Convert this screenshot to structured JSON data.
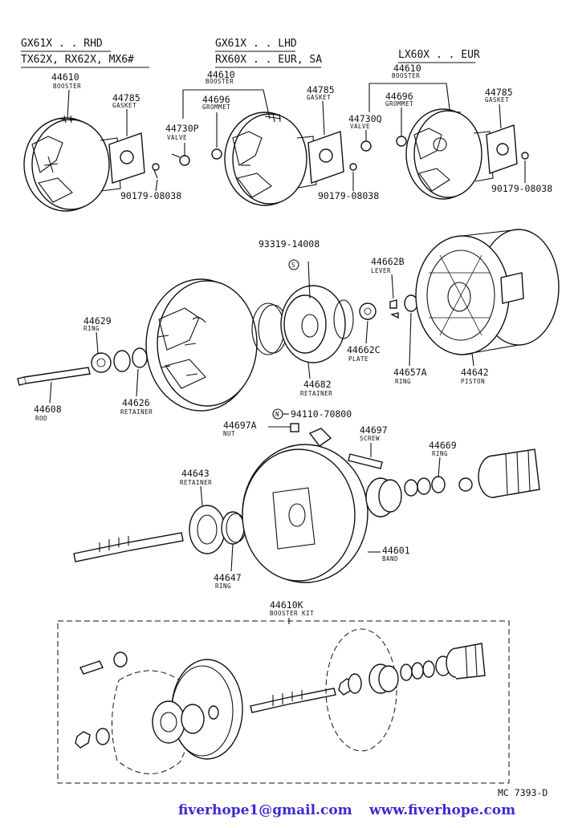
{
  "headers": {
    "col1_line1": "GX61X . . RHD",
    "col1_line2": "TX62X, RX62X, MX6#",
    "col2_line1": "GX61X . . LHD",
    "col2_line2": "RX60X . . EUR, SA",
    "col3_line1": "LX60X . . EUR"
  },
  "parts": {
    "p44610_a": {
      "number": "44610",
      "name": "BOOSTER"
    },
    "p44785_a": {
      "number": "44785",
      "name": "GASKET"
    },
    "p90179_a": {
      "number": "90179-08038"
    },
    "p44730P": {
      "number": "44730P",
      "name": "VALVE"
    },
    "p44696_b": {
      "number": "44696",
      "name": "GROMMET"
    },
    "p44610_b": {
      "number": "44610",
      "name": "BOOSTER"
    },
    "p44785_b": {
      "number": "44785",
      "name": "GASKET"
    },
    "p90179_b": {
      "number": "90179-08038"
    },
    "p44730Q": {
      "number": "44730Q",
      "name": "VALVE"
    },
    "p44696_c": {
      "number": "44696",
      "name": "GROMMET"
    },
    "p44610_c": {
      "number": "44610",
      "name": "BOOSTER"
    },
    "p44785_c": {
      "number": "44785",
      "name": "GASKET"
    },
    "p90179_c": {
      "number": "90179-08038"
    },
    "p93319": {
      "number": "93319-14008",
      "symbol": "S"
    },
    "p44662B": {
      "number": "44662B",
      "name": "LEVER"
    },
    "p44629": {
      "number": "44629",
      "name": "RING"
    },
    "p44626": {
      "number": "44626",
      "name": "RETAINER"
    },
    "p44608": {
      "number": "44608",
      "name": "ROD"
    },
    "p44682": {
      "number": "44682",
      "name": "RETAINER"
    },
    "p44662C": {
      "number": "44662C",
      "name": "PLATE"
    },
    "p44657A": {
      "number": "44657A",
      "name": "RING"
    },
    "p44642": {
      "number": "44642",
      "name": "PISTON"
    },
    "p94110": {
      "number": "94110-70800",
      "symbol": "N"
    },
    "p44697A": {
      "number": "44697A",
      "name": "NUT"
    },
    "p44697": {
      "number": "44697",
      "name": "SCREW"
    },
    "p44669": {
      "number": "44669",
      "name": "RING"
    },
    "p44643": {
      "number": "44643",
      "name": "RETAINER"
    },
    "p44647": {
      "number": "44647",
      "name": "RING"
    },
    "p44601": {
      "number": "44601",
      "name": "BAND"
    },
    "p44610K": {
      "number": "44610K",
      "name": "BOOSTER KIT"
    }
  },
  "diagram_code": "MC 7393-D",
  "footer": {
    "email": "fiverhope1@gmail.com",
    "website": "www.fiverhope.com",
    "color": "#3b2bd6"
  }
}
